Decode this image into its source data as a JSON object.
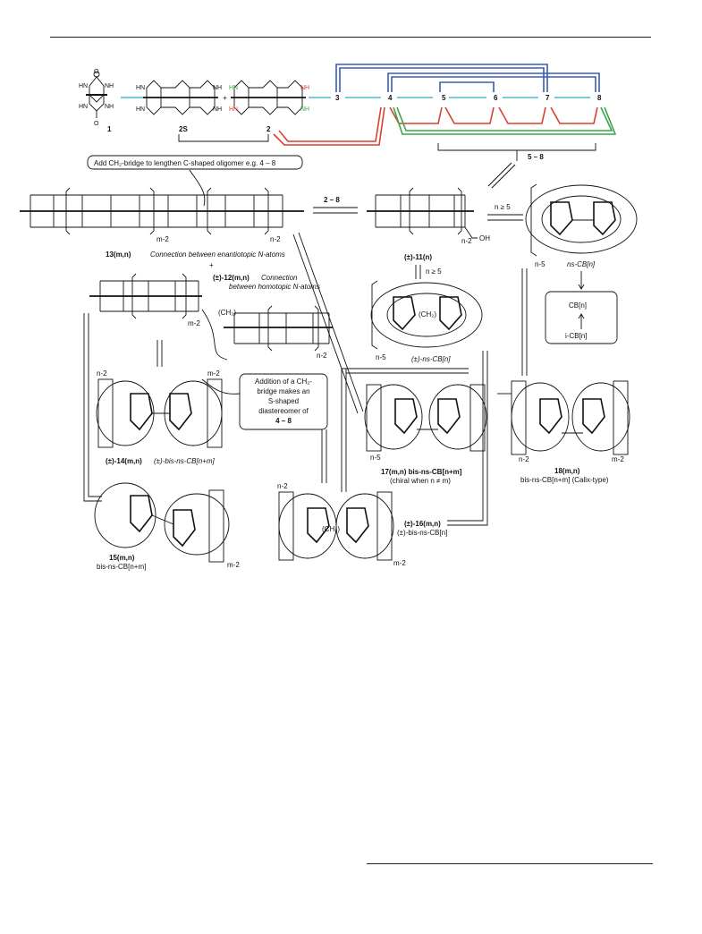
{
  "colors": {
    "blue": "#3b5bb5",
    "red": "#d8412f",
    "green": "#3aa64a",
    "cyan": "#7ec9dc",
    "ink": "#111111"
  },
  "top_row": {
    "c1": "1",
    "c2s": "2S",
    "c2": "2",
    "oligomers": [
      "3",
      "4",
      "5",
      "6",
      "7",
      "8"
    ],
    "range": "5 – 8"
  },
  "callout_top": "Add CH₂-bridge to lengthen C-shaped oligomer e.g. 4 – 8",
  "arrow_2_8": "2 – 8",
  "n_ge_5": "n ≥ 5",
  "labels": {
    "c13": "13(m,n)",
    "c13_note": "Connection between enantiotopic N-atoms",
    "plus": "+",
    "c12": "(±)-12(m,n)",
    "c12_note_a": "Connection",
    "c12_note_b": "between homotopic N-atoms",
    "c11": "(±)-11(n)",
    "oh": "OH",
    "ns_cb": "ns-CB[n]",
    "pm_ns_cb": "(±)-ns-CB[n]",
    "cb_n": "CB[n]",
    "i_cb_n": "i-CB[n]",
    "c14": "(±)-14(m,n)",
    "c14_b": "(±)-bis-ns-CB[n+m]",
    "callout2": [
      "Addition of a CH₂-",
      "bridge makes an",
      "S-shaped",
      "diastereomer of",
      "4 – 8"
    ],
    "c17": "17(m,n) bis-ns-CB[n+m]",
    "c17_note": "(chiral when n ≠ m)",
    "c18": "18(m,n)",
    "c18_note": "bis-ns-CB[n+m] (Calix-type)",
    "c15": "15(m,n)",
    "c15_note": "bis-ns-CB[n+m]",
    "c16": "(±)-16(m,n)",
    "c16_note": "(±)-bis-ns-CB[n]",
    "n_minus_2": "n-2",
    "m_minus_2": "m-2",
    "n_minus_5": "n-5",
    "ch2": "(CH₂)"
  },
  "atoms": {
    "HN": "HN",
    "NH": "NH",
    "H": "H",
    "O": "O",
    "N": "N"
  }
}
